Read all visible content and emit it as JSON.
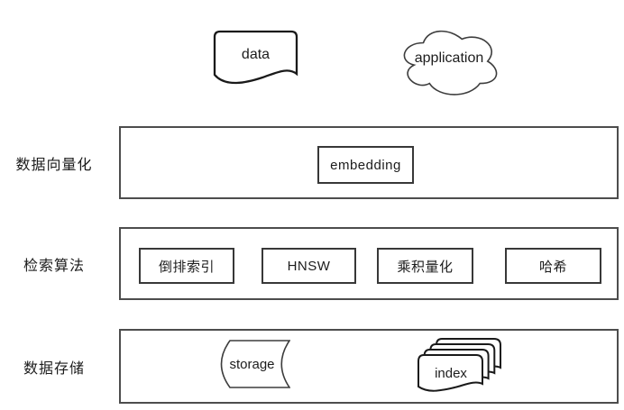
{
  "top": {
    "data_label": "data",
    "application_label": "application"
  },
  "rows": {
    "vectorization": {
      "label": "数据向量化",
      "embedding_label": "embedding"
    },
    "retrieval": {
      "label": "检索算法",
      "algorithms": [
        "倒排索引",
        "HNSW",
        "乘积量化",
        "哈希"
      ]
    },
    "storage": {
      "label": "数据存储",
      "storage_label": "storage",
      "index_label": "index"
    }
  },
  "colors": {
    "background": "#ffffff",
    "container_border": "#4d4d4d",
    "box_border": "#383838",
    "shape_stroke": "#1a1a1a",
    "thin_stroke": "#3d3d3d",
    "text": "#1c1c1c"
  }
}
